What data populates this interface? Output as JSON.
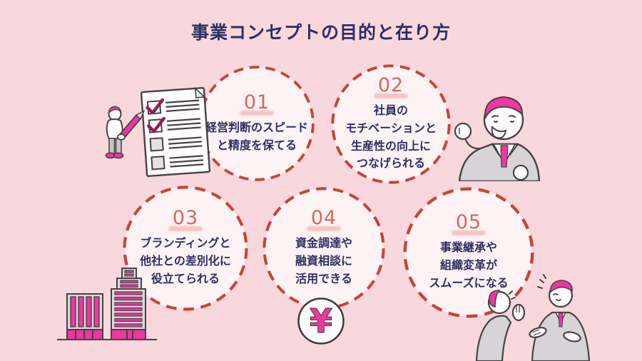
{
  "page": {
    "title": "事業コンセプトの目的と在り方"
  },
  "palette": {
    "background": "#f8d8dc",
    "circle_fill": "#fdf3f4",
    "circle_dash_red": "#c7433e",
    "number_coral": "#d9675e",
    "number_underline_pink": "#f3b9b8",
    "text_navy": "#2d2f63",
    "accent_magenta": "#ee37a0",
    "suit_gray": "#d6d4d6",
    "outline_gray": "#474247"
  },
  "items": [
    {
      "number": "01",
      "text": "経営判断のスピード\nと精度を保てる"
    },
    {
      "number": "02",
      "text": "社員の\nモチベーションと\n生産性の向上に\nつなげられる"
    },
    {
      "number": "03",
      "text": "ブランディングと\n他社との差別化に\n役立てられる"
    },
    {
      "number": "04",
      "text": "資金調達や\n融資相談に\n活用できる"
    },
    {
      "number": "05",
      "text": "事業継承や\n組織変革が\nスムーズになる"
    }
  ],
  "illustrations": {
    "checklist": {
      "name": "checklist-illustration",
      "description": "person with pink hair holding a large pencil beside a checklist with two checked boxes"
    },
    "cheering_businessman": {
      "name": "cheering-businessman-illustration",
      "description": "businessman in gray suit with pink tie raising a fist"
    },
    "buildings": {
      "name": "buildings-illustration",
      "description": "two office buildings with magenta windows on a ground line"
    },
    "yen_coin": {
      "name": "yen-coin-icon",
      "symbol": "¥"
    },
    "talking_people": {
      "name": "talking-people-illustration",
      "description": "two businessmen in gray suits having a discussion"
    }
  }
}
